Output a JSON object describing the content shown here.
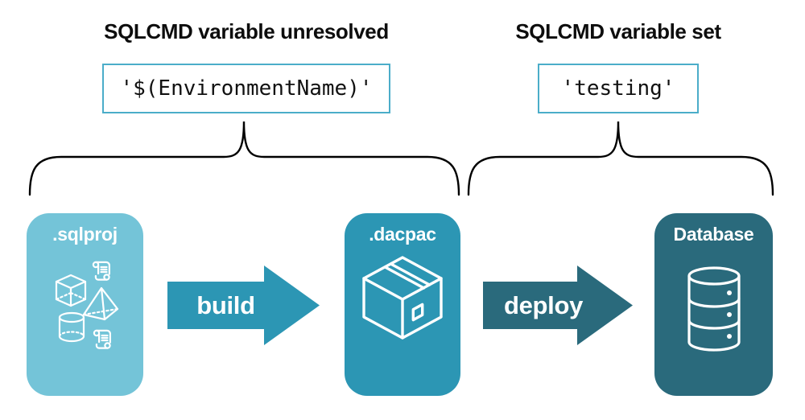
{
  "annotations": {
    "left": {
      "title": "SQLCMD variable unresolved",
      "code": "'$(EnvironmentName)'"
    },
    "right": {
      "title": "SQLCMD variable set",
      "code": "'testing'"
    }
  },
  "pipeline": {
    "stages": [
      {
        "id": "sqlproj",
        "label": ".sqlproj",
        "color": "#74C4D8",
        "icon": "sql-shapes-and-scripts-icon"
      },
      {
        "id": "dacpac",
        "label": ".dacpac",
        "color": "#2C96B4",
        "icon": "package-box-icon"
      },
      {
        "id": "database",
        "label": "Database",
        "color": "#2A6A7C",
        "icon": "database-cylinder-icon"
      }
    ],
    "arrows": [
      {
        "label": "build",
        "color": "#2C96B4"
      },
      {
        "label": "deploy",
        "color": "#2A6A7C"
      }
    ]
  },
  "palette": {
    "background": "#ffffff",
    "code_box_border": "#4BADC9",
    "heading_text": "#0d0d0d",
    "brace_stroke": "#000000",
    "card_text": "#ffffff"
  }
}
